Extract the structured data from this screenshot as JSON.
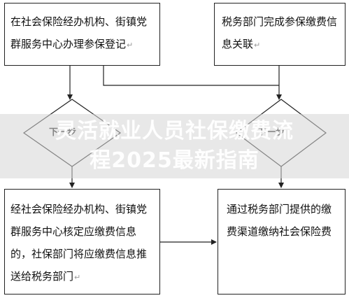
{
  "boxes": {
    "top_left": "在社会保险经办机构、街镇党群服务中心办理参保登记",
    "top_right": "税务部门完成参保缴费信息关联",
    "bottom_left": "经社会保险经办机构、街镇党群服务中心核定应缴费信息的，社保部门将应缴费信息推送给税务部门",
    "bottom_right": "通过税务部门提供的缴费渠道缴纳社会保险费"
  },
  "paragraph_mark": "↵",
  "decisions": {
    "left": "下一步",
    "right": "下一步"
  },
  "watermark": {
    "line1": "灵活就业人员社保缴费流",
    "line2": "程2025最新指南"
  },
  "colors": {
    "line": "#222222",
    "watermark_band": "#d6d6d6"
  }
}
